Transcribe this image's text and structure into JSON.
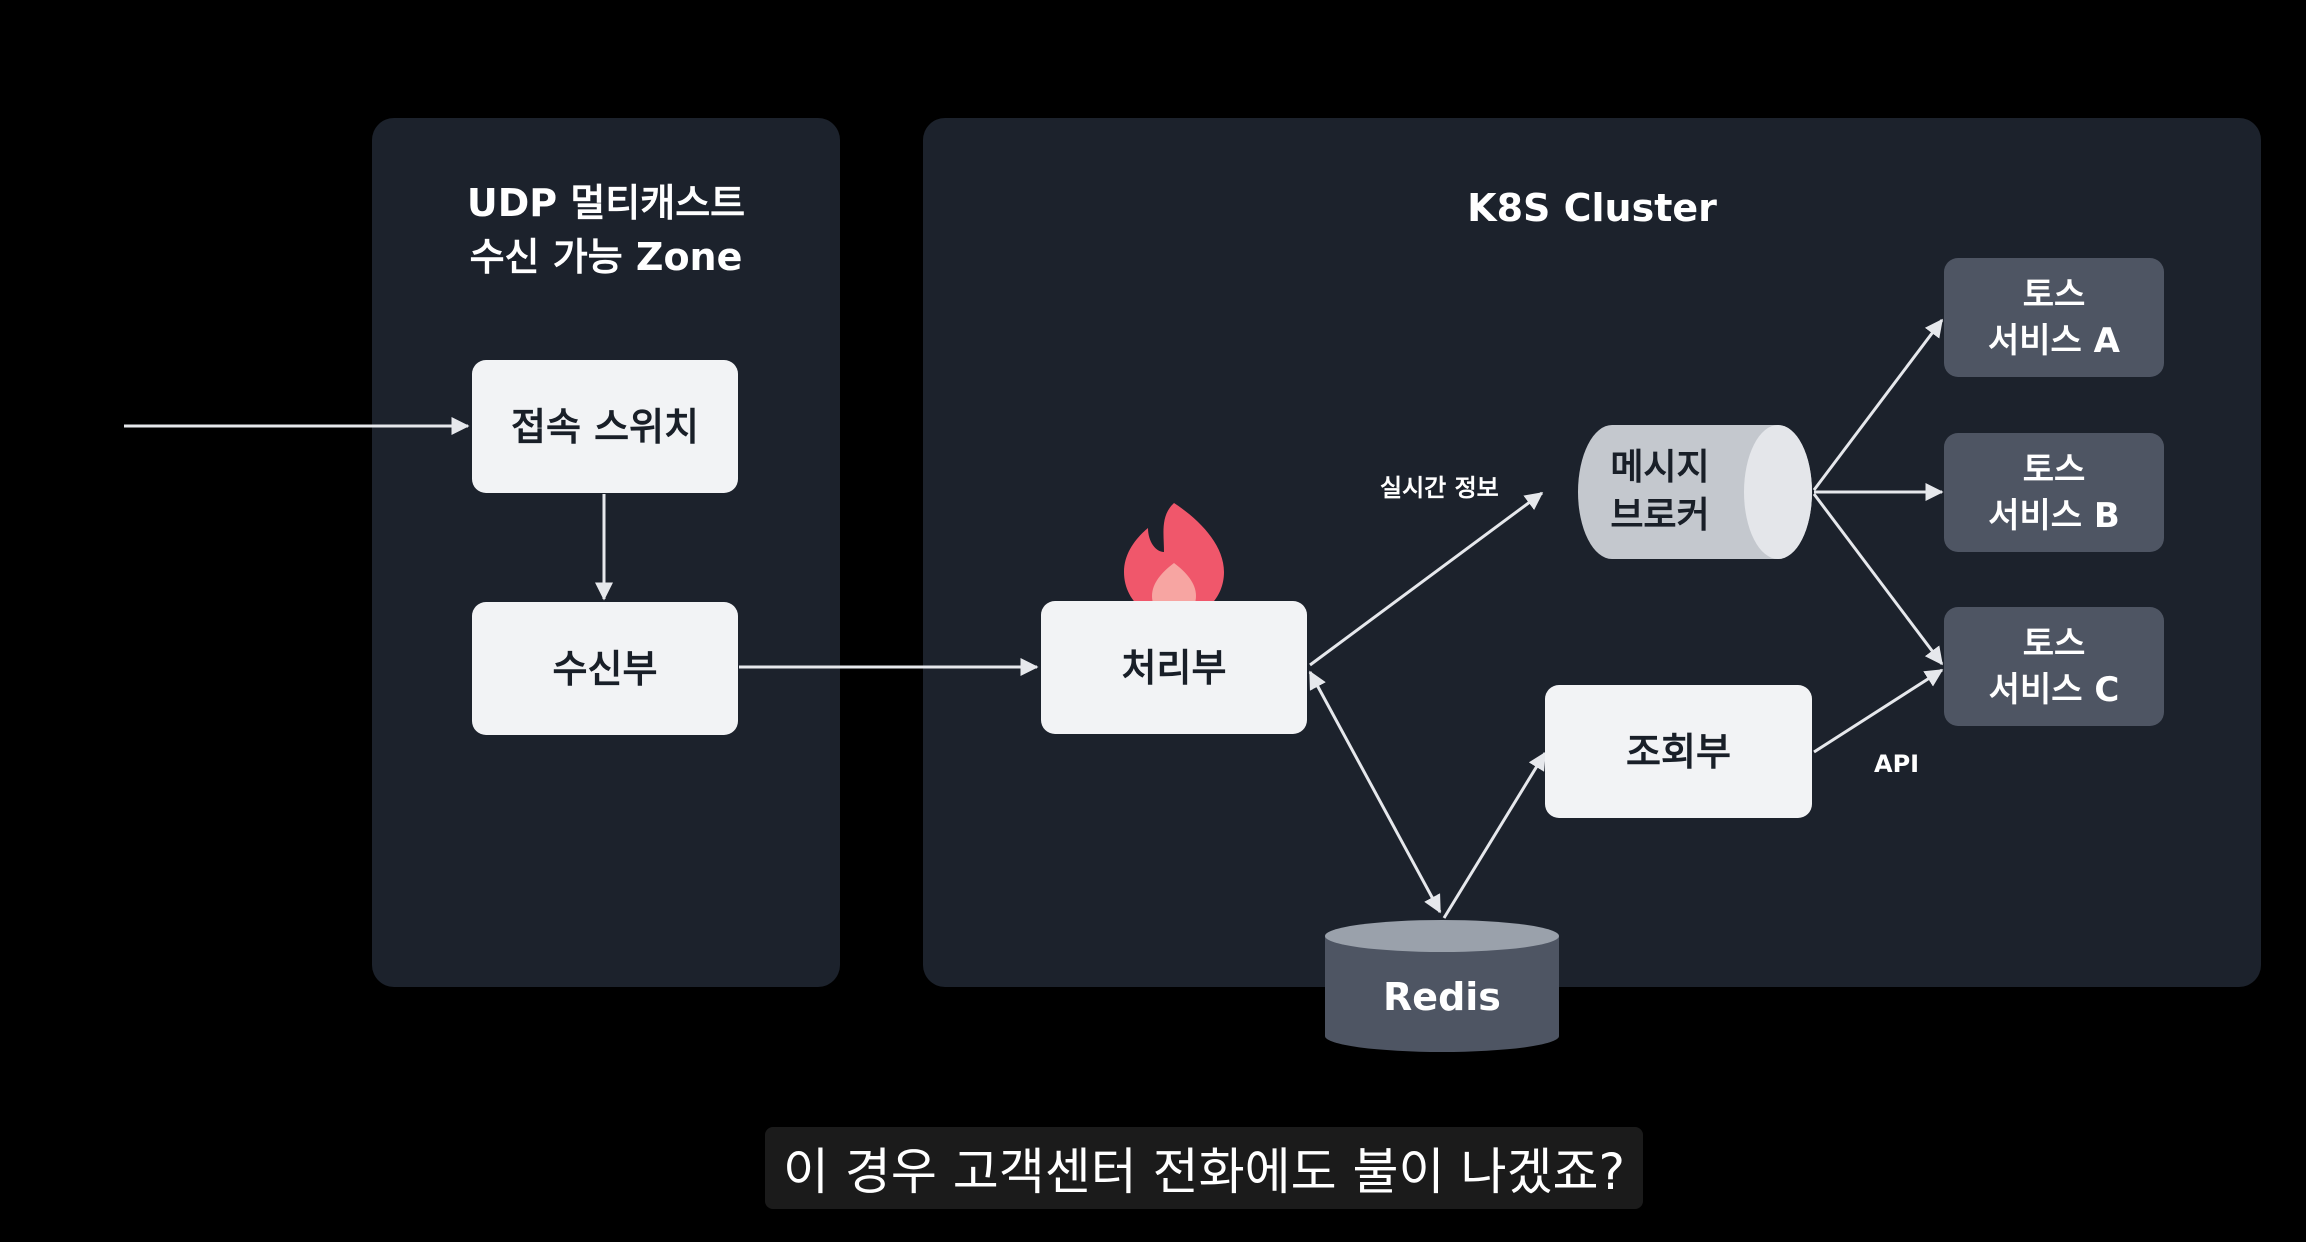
{
  "zones": {
    "udp": {
      "title_line1": "UDP 멀티캐스트",
      "title_line2": "수신 가능 Zone"
    },
    "k8s": {
      "title": "K8S Cluster"
    }
  },
  "nodes": {
    "switch": "접속 스위치",
    "receiver": "수신부",
    "processor": "처리부",
    "broker_line1": "메시지",
    "broker_line2": "브로커",
    "query": "조회부",
    "redis": "Redis",
    "service_a_line1": "토스",
    "service_a_line2": "서비스 A",
    "service_b_line1": "토스",
    "service_b_line2": "서비스 B",
    "service_c_line1": "토스",
    "service_c_line2": "서비스 C"
  },
  "edge_labels": {
    "realtime": "실시간 정보",
    "api": "API"
  },
  "icons": {
    "processor_status": "fire-icon"
  },
  "colors": {
    "zone_bg": "#1c222c",
    "box_bg": "#f2f3f5",
    "service_bg": "#4e5563",
    "arrow": "#e6e8ec",
    "fire_outer": "#f0576b",
    "fire_inner": "#f7a5a2"
  },
  "subtitle": "이 경우 고객센터 전화에도 불이 나겠죠?"
}
